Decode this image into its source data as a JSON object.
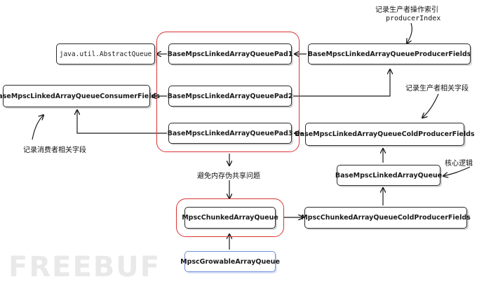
{
  "nodes": {
    "abstract_queue": "java.util.AbstractQueue",
    "pad1": "BaseMpscLinkedArrayQueuePad1",
    "producer_fields": "BaseMpscLinkedArrayQueueProducerFields",
    "consumer_fields": "BaseMpscLinkedArrayQueueConsumerFields",
    "pad2": "BaseMpscLinkedArrayQueuePad2",
    "pad3": "BaseMpscLinkedArrayQueuePad3",
    "cold_producer_fields": "BaseMpscLinkedArrayQueueColdProducerFields",
    "base_queue": "BaseMpscLinkedArrayQueue",
    "chunked_queue": "MpscChunkedArrayQueue",
    "chunked_cold_fields": "MpscChunkedArrayQueueColdProducerFields",
    "growable_queue": "MpscGrowableArrayQueue"
  },
  "annotations": {
    "producer_index_title": "记录生产者操作索引",
    "producer_index_name": "producerIndex",
    "producer_fields_note": "记录生产者相关字段",
    "consumer_fields_note": "记录消费者相关字段",
    "core_logic_note": "核心逻辑",
    "false_sharing_note": "避免内存伪共享问题"
  },
  "watermark": "FREEBUF",
  "colors": {
    "group_border": "#d93535",
    "node_border": "#2a2a2a",
    "highlight_border": "#6f8fd6"
  }
}
